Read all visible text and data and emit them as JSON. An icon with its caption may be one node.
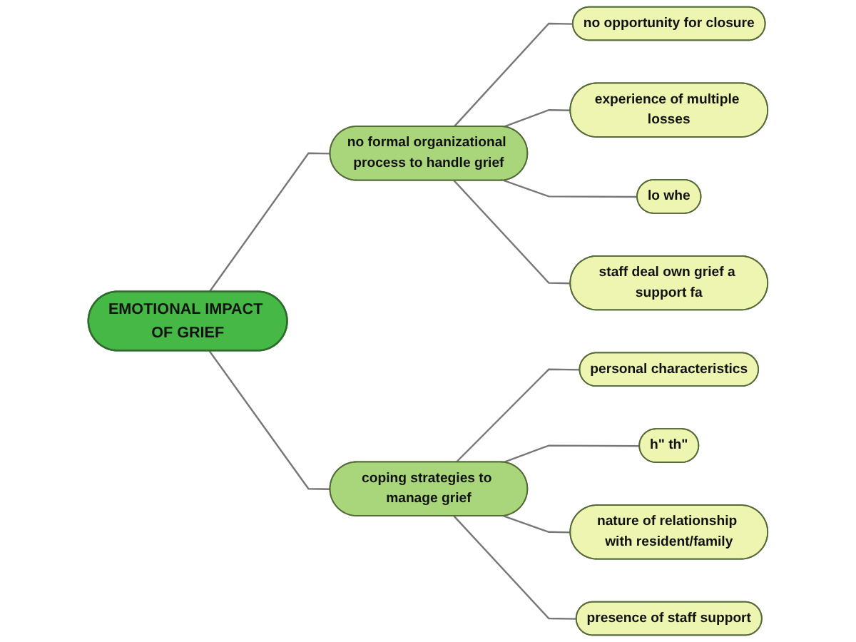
{
  "diagram": {
    "nodes": [
      {
        "text": [
          "no opportunity for closure"
        ]
      },
      {
        "text": [
          "experience of multiple losses"
        ]
      },
      {
        "text": [
          "no formal organizational process to handle grief"
        ]
      },
      {
        "text": [
          "lo whe"
        ]
      },
      {
        "text": [
          "EMOTIONAL IMPACT OF GRIEF"
        ]
      },
      {
        "text": [
          "staff deal own grief a support fa"
        ]
      },
      {
        "text": [
          "personal characteristics"
        ]
      },
      {
        "text": [
          "h\" th\""
        ]
      },
      {
        "text": [
          "coping strategies to manage grief"
        ]
      },
      {
        "text": [
          "nature of relationship with resident/family"
        ]
      },
      {
        "text": [
          "presence of staff support"
        ]
      }
    ],
    "edges": [
      {
        "from": 4,
        "to": 2,
        "arrow": "none"
      },
      {
        "from": 2,
        "to": 0,
        "arrow": "none"
      },
      {
        "from": 2,
        "to": 1,
        "arrow": "none"
      },
      {
        "from": 2,
        "to": 3,
        "arrow": "none"
      },
      {
        "from": 2,
        "to": 5,
        "arrow": "none"
      },
      {
        "from": 4,
        "to": 8,
        "arrow": "none"
      },
      {
        "from": 8,
        "to": 6,
        "arrow": "none"
      },
      {
        "from": 8,
        "to": 7,
        "arrow": "none"
      },
      {
        "from": 8,
        "to": 9,
        "arrow": "none"
      },
      {
        "from": 8,
        "to": 10,
        "arrow": "none"
      }
    ]
  }
}
